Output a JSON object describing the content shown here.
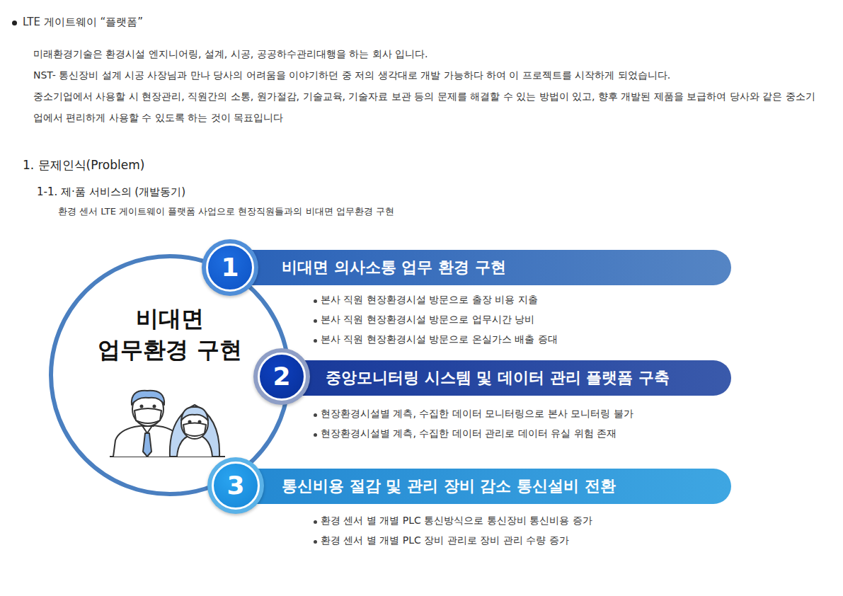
{
  "diagram": {
    "title": "LTE 게이트웨이 “플랫폼”",
    "nodes": [
      {
        "text": [
          "비대면 업무환경 구현"
        ]
      },
      {
        "text": [
          "1"
        ]
      },
      {
        "text": [
          "비대면 의사소통 업무 환경 구현"
        ]
      },
      {
        "text": [
          "2"
        ]
      },
      {
        "text": [
          "중앙모니터링 시스템 및 데이터 관리 플랫폼 구축"
        ]
      },
      {
        "text": [
          "3"
        ]
      },
      {
        "text": [
          "통신비용 절감 및 관리 장비 감소 통신설비 전환"
        ]
      }
    ],
    "labels": [
      "미래환경기술은 환경시설 엔지니어링, 설계, 시공, 공공하수관리대행을 하는 회사 입니다.",
      "NST- 통신장비 설계 시공 사장님과 만나 당사의 어려움을 이야기하던 중 저의 생각대로 개발 가능하다 하여 이 프로젝트를 시작하게 되었습니다.",
      "중소기업에서 사용할 시 현장관리, 직원간의 소통, 원가절감, 기술교육, 기술자료 보관 등의 문제를 해결할 수 있는 방법이 있고, 향후 개발된 제품을 보급하여 당사와 같은 중소기업에서 편리하게 사용할 수 있도록 하는 것이 목표입니다",
      "1. 문제인식(Problem)",
      "1-1. 제·품 서비스의 (개발동기)",
      "환경 센서 LTE 게이트웨이 플랫폼 사업으로 현장직원들과의 비대면 업무환경 구현",
      "본사 직원 현장환경시설 방문으로 출장 비용 지출",
      "본사 직원 현장환경시설 방문으로 업무시간 낭비",
      "본사 직원 현장환경시설 방문으로 온실가스 배출 증대",
      "현장환경시설별 계측, 수집한 데이터 모니터링으로 본사 모니터링 불가",
      "현장환경시설별 계측, 수집한 데이터 관리로 데이터 유실 위험 존재",
      "환경 센서 별 개별 PLC 통신방식으로 통신장비 통신비용 증가",
      "환경 센서 별 개별 PLC 장비 관리로 장비 관리 수량 증가"
    ]
  }
}
